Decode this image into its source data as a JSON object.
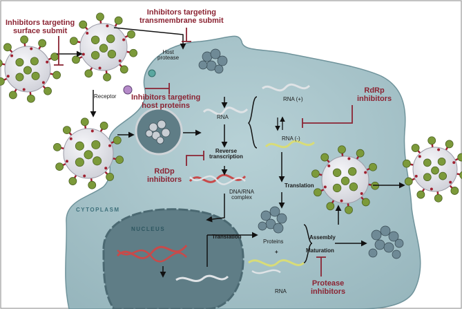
{
  "labels": {
    "surface": "Inhibitors targeting\nsurface submit",
    "transmembrane": "Inhibitors targeting\ntransmembrane submit",
    "host_protease": "Host\nprotease",
    "receptor": "Receptor",
    "host_proteins": "Inhibitors targeting\nhost proteins",
    "rdrp": "RdRp\ninhibitors",
    "rdrp_lower": "RdDp\ninhibitors",
    "rna": "RNA",
    "rna_plus": "RNA (+)",
    "rna_minus": "RNA (-)",
    "reverse_transcription": "Reverse\ntranscription",
    "dna_rna_complex": "DNA/RNA\ncomplex",
    "translation_right": "Translation",
    "translation_nucleus": "Translation",
    "cytoplasm": "CYTOPLASM",
    "nucleus": "NUCLEUS",
    "proteins": "Proteins",
    "plus": "+",
    "rna_bottom": "RNA",
    "assembly": "Assembly",
    "maturation": "Maturation",
    "protease_inhibitors": "Protease\ninhibitors"
  },
  "colors": {
    "inhibitor_text": "#8b2433",
    "cell": "#a9c6cc",
    "nucleus": "#5f7d86",
    "virus_body": "#e4e4ea",
    "spike": "#7c9a3a",
    "spike_stem": "#a02030"
  }
}
